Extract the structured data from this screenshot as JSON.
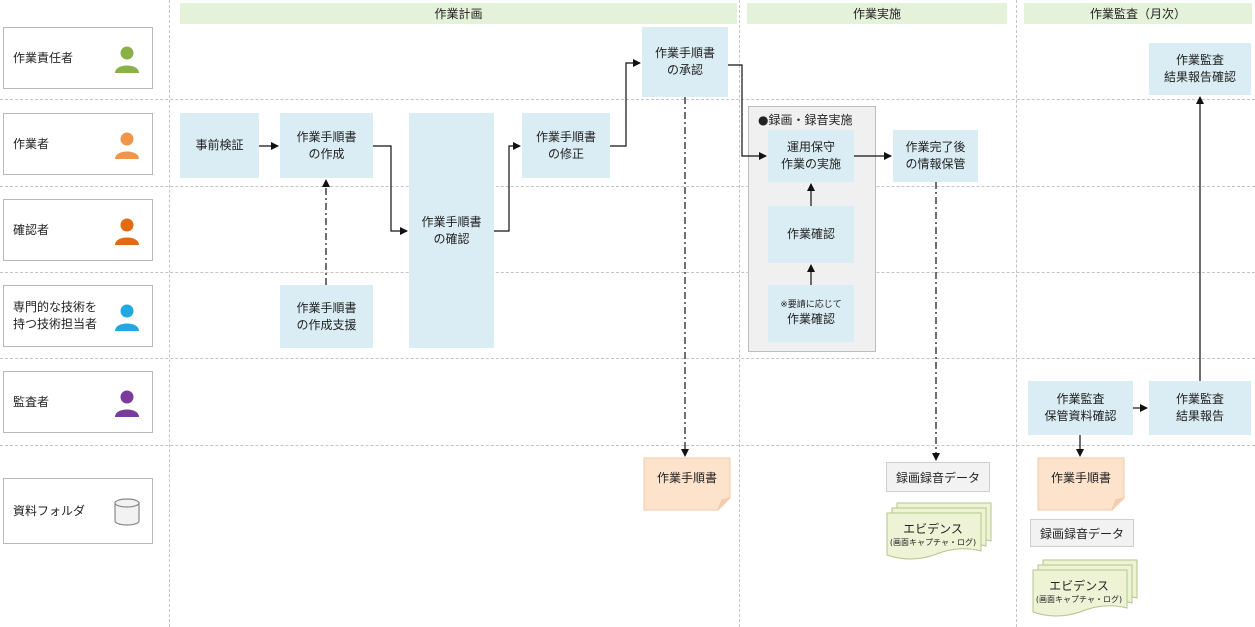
{
  "phases": [
    "作業計画",
    "作業実施",
    "作業監査（月次）"
  ],
  "roles": [
    {
      "label": "作業責任者",
      "icon": "person-icon",
      "color": "#8ab04a"
    },
    {
      "label": "作業者",
      "icon": "person-icon",
      "color": "#f0964a"
    },
    {
      "label": "確認者",
      "icon": "person-icon",
      "color": "#e26a10"
    },
    {
      "label": "専門的な技術を\n持つ技術担当者",
      "icon": "person-icon",
      "color": "#22a8e0"
    },
    {
      "label": "監査者",
      "icon": "person-icon",
      "color": "#7a3b9c"
    },
    {
      "label": "資料フォルダ",
      "icon": "database-icon",
      "color": "#bbbbbb"
    }
  ],
  "nodes": {
    "pre_check": "事前検証",
    "create_proc": "作業手順書\nの作成",
    "create_support": "作業手順書\nの作成支援",
    "confirm_proc": "作業手順書\nの確認",
    "fix_proc": "作業手順書\nの修正",
    "approve_proc": "作業手順書\nの承認",
    "record_group": "●録画・録音実施",
    "do_work": "運用保守\n作業の実施",
    "work_check": "作業確認",
    "as_needed_note": "※要請に応じて",
    "as_needed_check": "作業確認",
    "store_info": "作業完了後\nの情報保管",
    "audit_check": "作業監査\n保管資料確認",
    "audit_report": "作業監査\n結果報告",
    "audit_confirm": "作業監査\n結果報告確認"
  },
  "documents": {
    "procedure_doc": "作業手順書",
    "recording_data": "録画録音データ",
    "evidence": "エビデンス",
    "evidence_sub": "(画面キャプチャ・ログ)",
    "procedure_doc_2": "作業手順書",
    "recording_data_2": "録画録音データ",
    "evidence_2": "エビデンス",
    "evidence_sub_2": "(画面キャプチャ・ログ)"
  }
}
